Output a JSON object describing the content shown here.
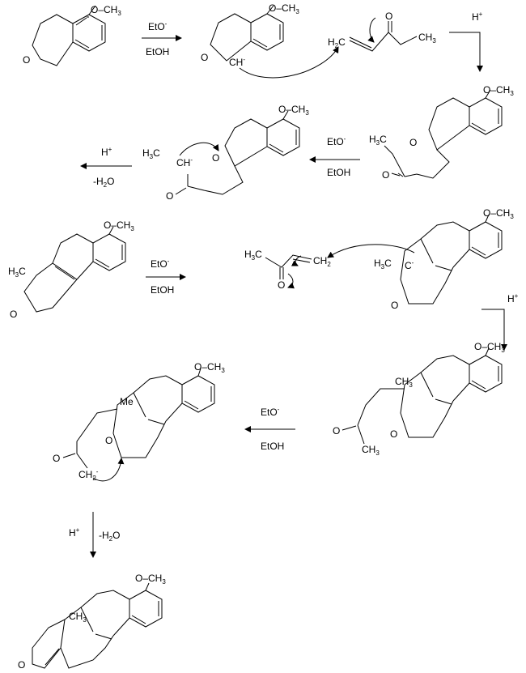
{
  "reagents": {
    "base": "EtO",
    "base_charge": "-",
    "solvent": "EtOH",
    "acid": "H",
    "acid_charge": "+",
    "dehydration": "-H",
    "dehydration_sub": "2",
    "dehydration_tail": "O"
  },
  "atoms": {
    "methoxy": "O–CH",
    "methoxy_sub": "3",
    "oxygen": "O",
    "carbanion": "CH",
    "carbanion_charge": "-",
    "methyl": "CH",
    "methyl_sub": "3",
    "methyl_left": "H",
    "methyl_left_sub": "3",
    "methyl_left_tail": "C",
    "methylene": "CH",
    "methylene_sub": "2",
    "vinyl_left": "H",
    "vinyl_left_sub": "2",
    "vinyl_left_tail": "C",
    "carbon_anion": "C",
    "me_short": "Me",
    "angular_methyl": "CH",
    "angular_methyl_sub": "3"
  }
}
